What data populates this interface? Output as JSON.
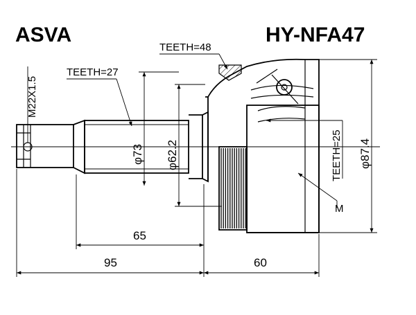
{
  "header": {
    "brand": "ASVA",
    "part_number": "HY-NFA47"
  },
  "labels": {
    "thread": "M22X1.5",
    "teeth_outer_spline": "TEETH=27",
    "teeth_abs_ring": "TEETH=48",
    "teeth_inner_spline": "TEETH=25",
    "dia_shaft": "φ73",
    "dia_seat": "φ62.2",
    "dia_housing": "φ87.4",
    "marker_m": "M"
  },
  "dimensions": {
    "length_shaft": "65",
    "length_total_outer": "95",
    "length_housing": "60"
  }
}
